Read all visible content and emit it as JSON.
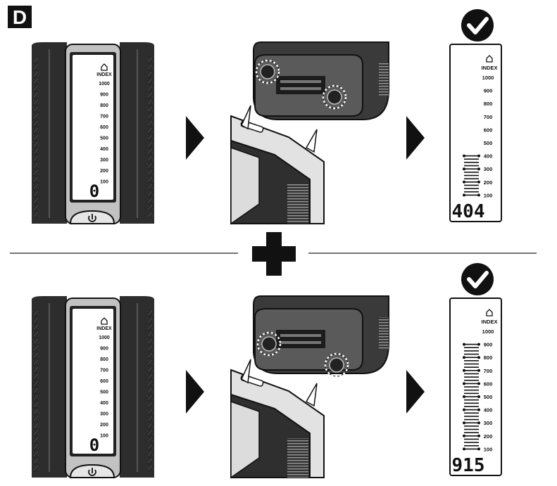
{
  "section_letter": "D",
  "index_label": "INDEX",
  "scale_values": [
    "1000",
    "900",
    "800",
    "700",
    "600",
    "500",
    "400",
    "300",
    "200",
    "100"
  ],
  "power_icon": "power-icon",
  "check_icon": "checkmark-icon",
  "plus_icon": "plus-icon",
  "arrow_icon": "arrow-right-icon",
  "rows": [
    {
      "start_reading": "0",
      "result_reading": "404",
      "result_level": 400
    },
    {
      "start_reading": "0",
      "result_reading": "915",
      "result_level": 900
    }
  ],
  "colors": {
    "ink": "#111111",
    "device_body": "#2d2d2d",
    "frame": "#bdbdbd",
    "display": "#ffffff"
  }
}
